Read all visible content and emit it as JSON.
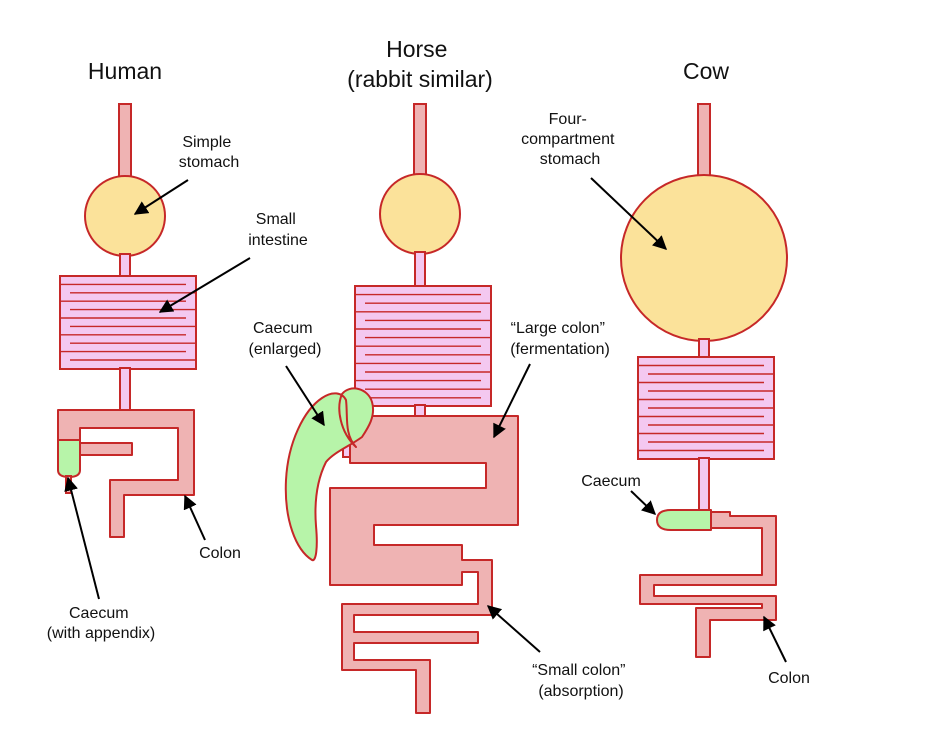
{
  "columns": [
    {
      "id": "human",
      "title_lines": [
        "Human"
      ],
      "labels": {
        "stomach": [
          "Simple",
          "stomach"
        ],
        "small_intestine": [
          "Small",
          "intestine"
        ],
        "caecum": [
          "Caecum",
          "(with appendix)"
        ],
        "colon": [
          "Colon"
        ]
      }
    },
    {
      "id": "horse",
      "title_lines": [
        "Horse",
        "(rabbit similar)"
      ],
      "labels": {
        "caecum": [
          "Caecum",
          "(enlarged)"
        ],
        "large_colon": [
          "“Large colon”",
          "(fermentation)"
        ],
        "small_colon": [
          "“Small colon”",
          "(absorption)"
        ]
      }
    },
    {
      "id": "cow",
      "title_lines": [
        "Cow"
      ],
      "labels": {
        "stomach": [
          "Four-",
          "compartment",
          "stomach"
        ],
        "caecum": [
          "Caecum"
        ],
        "colon": [
          "Colon"
        ]
      }
    }
  ],
  "colors": {
    "outline": "#c62828",
    "tube_fill": "#efb3b3",
    "stomach_fill": "#fbe29a",
    "small_intestine_fill": "#f4c8f0",
    "caecum_fill": "#b7f4a9",
    "arrow": "#000000"
  }
}
